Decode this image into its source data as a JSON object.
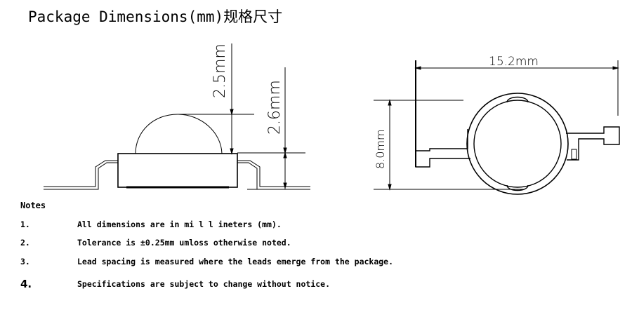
{
  "title": "Package Dimensions(mm)规格尺寸",
  "dimensions": {
    "dome_height": "2.5mm",
    "body_height": "2.6mm",
    "overall_width": "15.2mm",
    "overall_height": "8.0mm"
  },
  "notes": {
    "heading": "Notes",
    "items": [
      {
        "num": "1.",
        "text": "All dimensions are in mi l l ineters (mm)."
      },
      {
        "num": "2.",
        "text": "Tolerance is ±0.25mm umloss otherwise noted."
      },
      {
        "num": "3.",
        "text": "Lead spacing is measured where the leads emerge from the package."
      },
      {
        "num": "4.",
        "text": "Specifications are subject to change without notice."
      }
    ]
  }
}
